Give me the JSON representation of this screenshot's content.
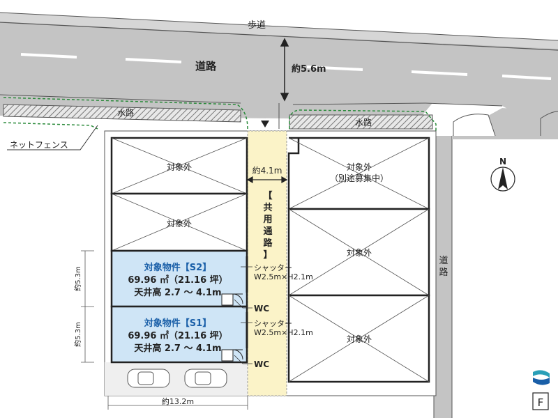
{
  "labels": {
    "sidewalk": "歩道",
    "road": "道路",
    "road_width": "約5.6m",
    "waterway_left": "水路",
    "waterway_right": "水路",
    "net_fence": "ネットフェンス",
    "passage_width": "約4.1m",
    "shared_passage_chars": [
      "【",
      "共",
      "用",
      "通",
      "路",
      "】"
    ],
    "road_vertical_chars": [
      "道",
      "路"
    ],
    "north": "N",
    "width_bottom": "約13.2m",
    "dim_s2": "約5.3m",
    "dim_s1": "約5.3m",
    "badge_f": "F"
  },
  "outside_units": {
    "left_top": "対象外",
    "left_mid": "対象外",
    "right_top": "対象外",
    "right_top_note": "（別途募集中）",
    "right_mid": "対象外",
    "right_bottom": "対象外"
  },
  "units": [
    {
      "id": "s2",
      "title": "対象物件【S2】",
      "area": "69.96 ㎡（21.16 坪）",
      "ceiling": "天井高 2.7 ～ 4.1m",
      "shutter": "シャッター",
      "shutter_size": "W2.5m×H2.1m",
      "wc": "WC"
    },
    {
      "id": "s1",
      "title": "対象物件【S1】",
      "area": "69.96 ㎡（21.16 坪）",
      "ceiling": "天井高 2.7 ～ 4.1m",
      "shutter": "シャッター",
      "shutter_size": "W2.5m×H2.1m",
      "wc": "WC"
    }
  ],
  "colors": {
    "road": "#bdbdbd",
    "unit_fill": "#cfe5f6",
    "passage_fill": "#fbf3c8",
    "fence_green": "#2a8a3a",
    "title_blue": "#1a5fa8"
  }
}
